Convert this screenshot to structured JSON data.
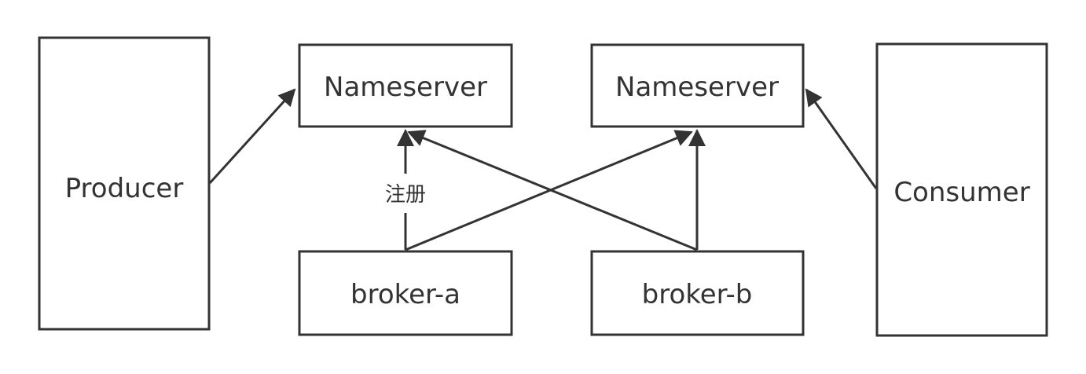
{
  "nodes": {
    "producer": {
      "label": "Producer"
    },
    "nameserver_1": {
      "label": "Nameserver"
    },
    "nameserver_2": {
      "label": "Nameserver"
    },
    "consumer": {
      "label": "Consumer"
    },
    "broker_a": {
      "label": "broker-a"
    },
    "broker_b": {
      "label": "broker-b"
    }
  },
  "edges": {
    "register_label": "注册"
  },
  "colors": {
    "stroke": "#333333",
    "text": "#333333",
    "background": "#ffffff"
  }
}
